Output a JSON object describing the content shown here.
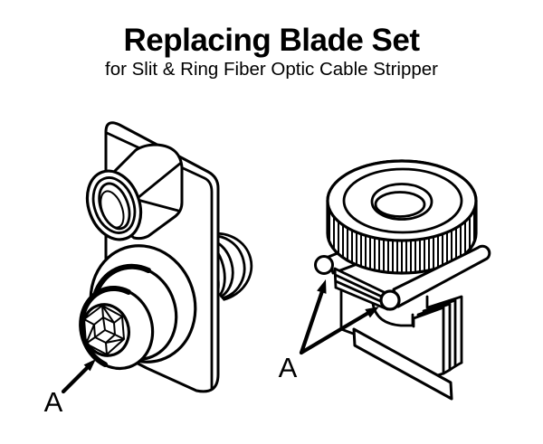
{
  "header": {
    "title": "Replacing Blade Set",
    "subtitle": "for Slit & Ring Fiber Optic Cable Stripper"
  },
  "figures": {
    "left_assembly": {
      "callout_label": "A"
    },
    "right_assembly": {
      "callout_label": "A"
    }
  },
  "colors": {
    "ink": "#000000",
    "paper": "#ffffff"
  }
}
